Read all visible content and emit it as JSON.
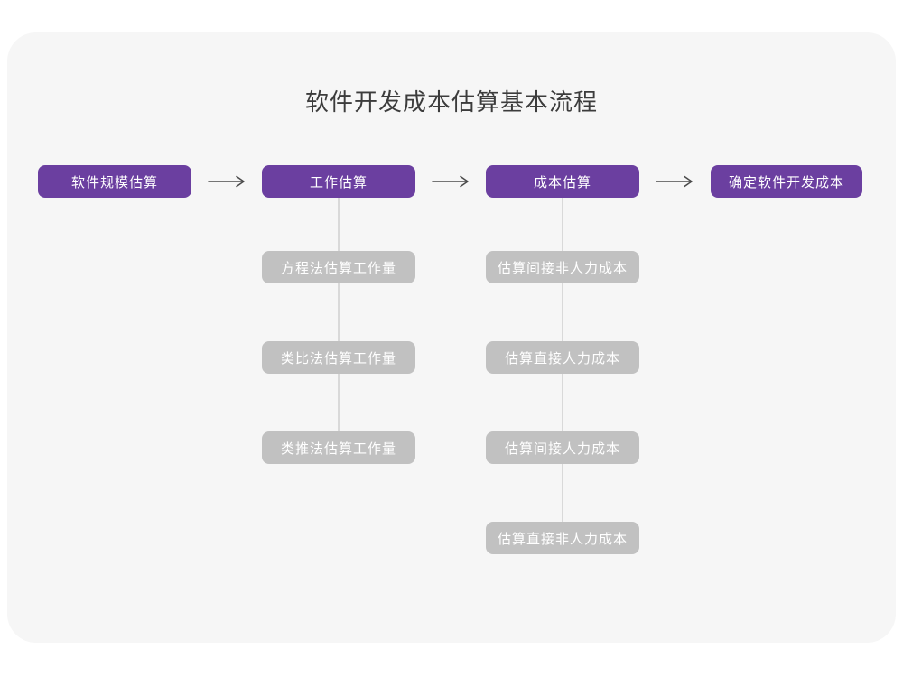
{
  "title": "软件开发成本估算基本流程",
  "colors": {
    "accent": "#6b3fa0",
    "sub_box": "#c1c1c1",
    "card_bg": "#f6f6f6",
    "line": "#d9d9d9",
    "arrow": "#4a4a4a",
    "title_text": "#3c3c3c",
    "box_text": "#ffffff"
  },
  "flow": {
    "steps": [
      {
        "label": "软件规模估算",
        "children": []
      },
      {
        "label": "工作估算",
        "children": [
          "方程法估算工作量",
          "类比法估算工作量",
          "类推法估算工作量"
        ]
      },
      {
        "label": "成本估算",
        "children": [
          "估算间接非人力成本",
          "估算直接人力成本",
          "估算间接人力成本",
          "估算直接非人力成本"
        ]
      },
      {
        "label": "确定软件开发成本",
        "children": []
      }
    ]
  }
}
